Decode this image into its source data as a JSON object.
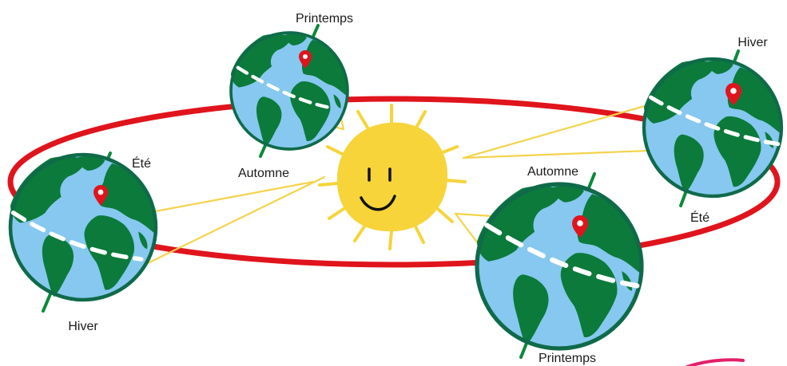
{
  "colors": {
    "orbit": "#e0141c",
    "ocean": "#86c8ef",
    "land": "#0b7a3b",
    "outline": "#0f6a4a",
    "axis": "#0b8a3a",
    "equator": "#ffffff",
    "sun": "#f6d43a",
    "sunRay": "#f6d43a",
    "sunlight": "#f4d34a",
    "face": "#111111",
    "pin": "#e0141c",
    "accent": "#e51f6a",
    "text": "#1a1a1a"
  },
  "icons": {
    "sun": "smiling-sun-icon",
    "globe": "earth-globe-icon",
    "pin": "map-pin-icon"
  },
  "globes": [
    {
      "id": "top",
      "labels": {
        "top": "Printemps",
        "bottom": "Automne"
      }
    },
    {
      "id": "left",
      "labels": {
        "top": "Été",
        "bottom": "Hiver"
      }
    },
    {
      "id": "bottom",
      "labels": {
        "top": "Automne",
        "bottom": "Printemps"
      }
    },
    {
      "id": "right",
      "labels": {
        "top": "Hiver",
        "bottom": "Été"
      }
    }
  ]
}
